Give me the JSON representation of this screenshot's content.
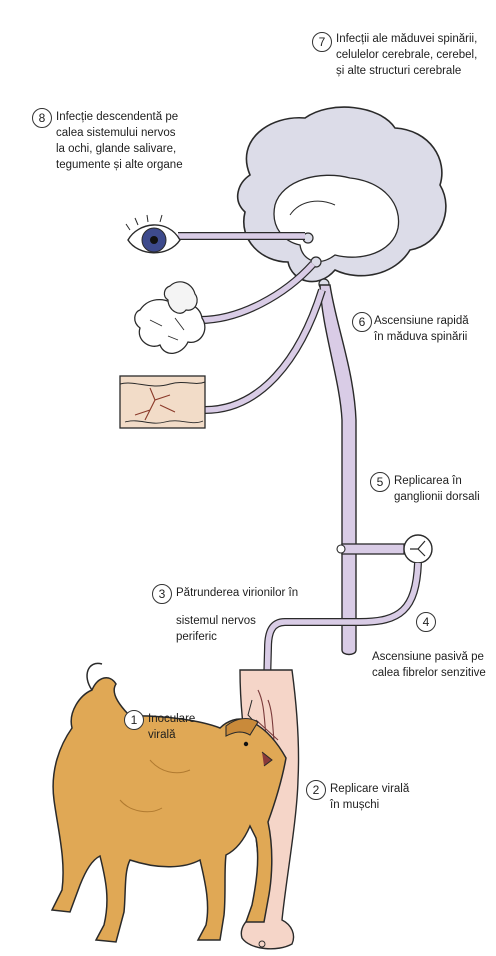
{
  "steps": [
    {
      "num": "1",
      "lines": [
        "Inoculare",
        "virală"
      ]
    },
    {
      "num": "2",
      "lines": [
        "Replicare virală",
        "în mușchi"
      ]
    },
    {
      "num": "3",
      "lines": [
        "Pătrunderea virionilor în",
        "",
        "sistemul nervos",
        "periferic"
      ]
    },
    {
      "num": "4",
      "lines": [
        "Ascensiune pasivă pe",
        "calea fibrelor senzitive"
      ]
    },
    {
      "num": "5",
      "lines": [
        "Replicarea în",
        "ganglionii dorsali"
      ]
    },
    {
      "num": "6",
      "lines": [
        "Ascensiune rapidă",
        "în măduva spinării"
      ]
    },
    {
      "num": "7",
      "lines": [
        "Infecții ale măduvei spinării,",
        "celulelor cerebrale, cerebel,",
        "și alte structuri cerebrale"
      ]
    },
    {
      "num": "8",
      "lines": [
        "Infecție descendentă pe",
        "calea sistemului nervos",
        "la ochi, glande salivare,",
        "tegumente și alte organe"
      ]
    }
  ],
  "colors": {
    "nerve": "#d9cce6",
    "nerve_outline": "#2a2a2a",
    "brain": "#dcdce8",
    "dog": "#e0a855",
    "leg": "#f5d5c8",
    "eye_iris": "#3d4a8c",
    "skin": "#f2dcc8"
  }
}
